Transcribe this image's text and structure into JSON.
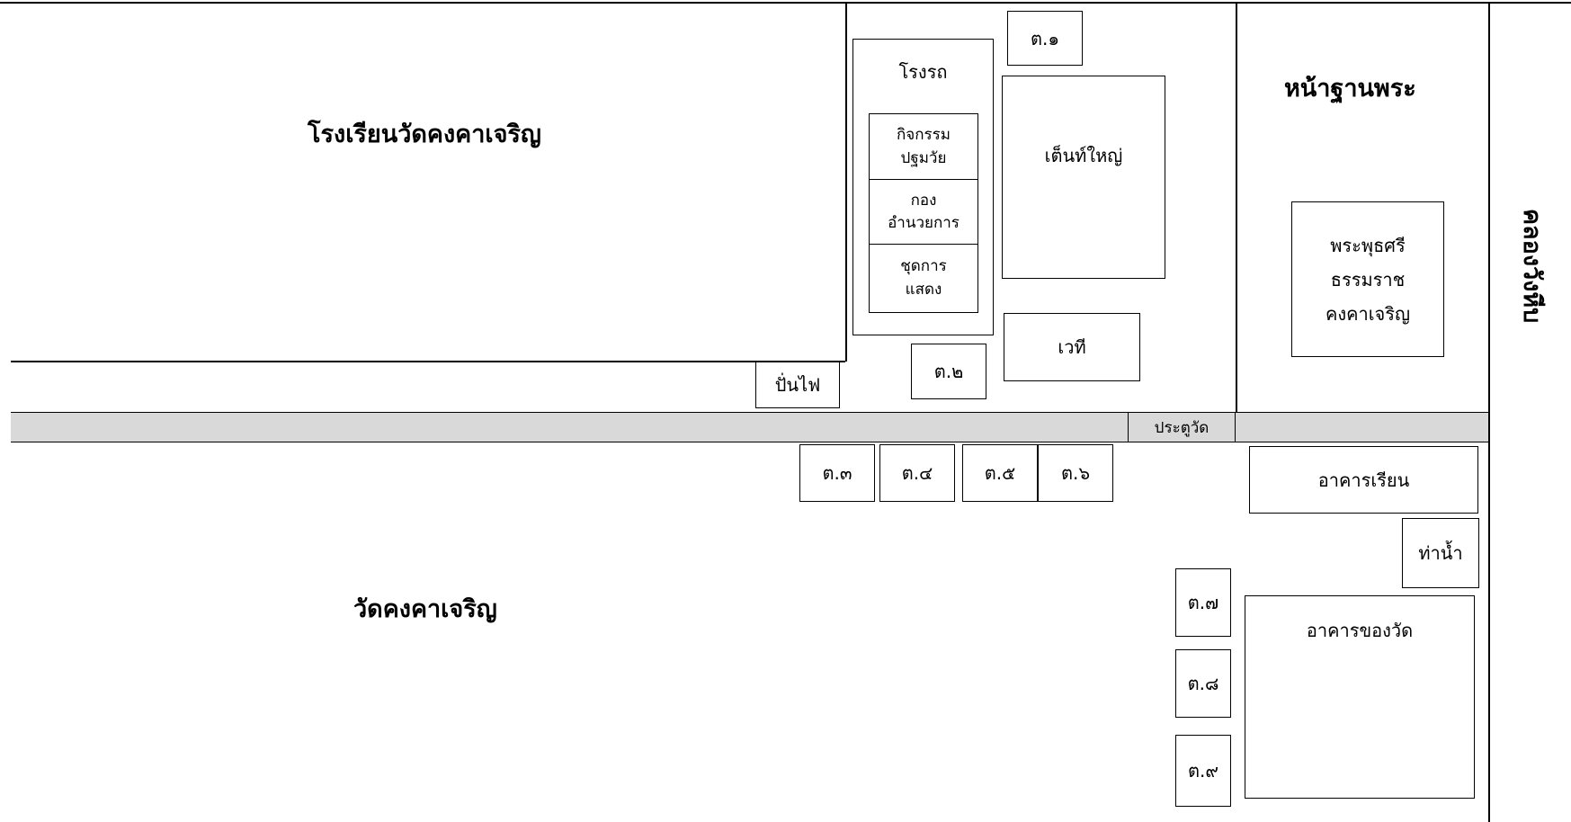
{
  "areas": {
    "school": "โรงเรียนวัดคงคาเจริญ",
    "temple": "วัดคงคาเจริญ",
    "buddha_front": "หน้าฐานพระ",
    "canal": "คลองวังหีบ"
  },
  "buildings": {
    "garage": "โรงรถ",
    "activity_line1": "กิจกรรม",
    "activity_line2": "ปฐมวัย",
    "director_line1": "กอง",
    "director_line2": "อำนวยการ",
    "show_line1": "ชุดการ",
    "show_line2": "แสดง",
    "big_tent": "เต็นท์ใหญ่",
    "stage": "เวที",
    "generator": "ปั่นไฟ",
    "temple_gate": "ประตูวัด",
    "buddha_line1": "พระพุธศรี",
    "buddha_line2": "ธรรมราช",
    "buddha_line3": "คงคาเจริญ",
    "school_building": "อาคารเรียน",
    "pier": "ท่าน้ำ",
    "temple_building": "อาคารของวัด"
  },
  "booths": {
    "t1": "ต.๑",
    "t2": "ต.๒",
    "t3": "ต.๓",
    "t4": "ต.๔",
    "t5": "ต.๕",
    "t6": "ต.๖",
    "t7": "ต.๗",
    "t8": "ต.๘",
    "t9": "ต.๙"
  }
}
